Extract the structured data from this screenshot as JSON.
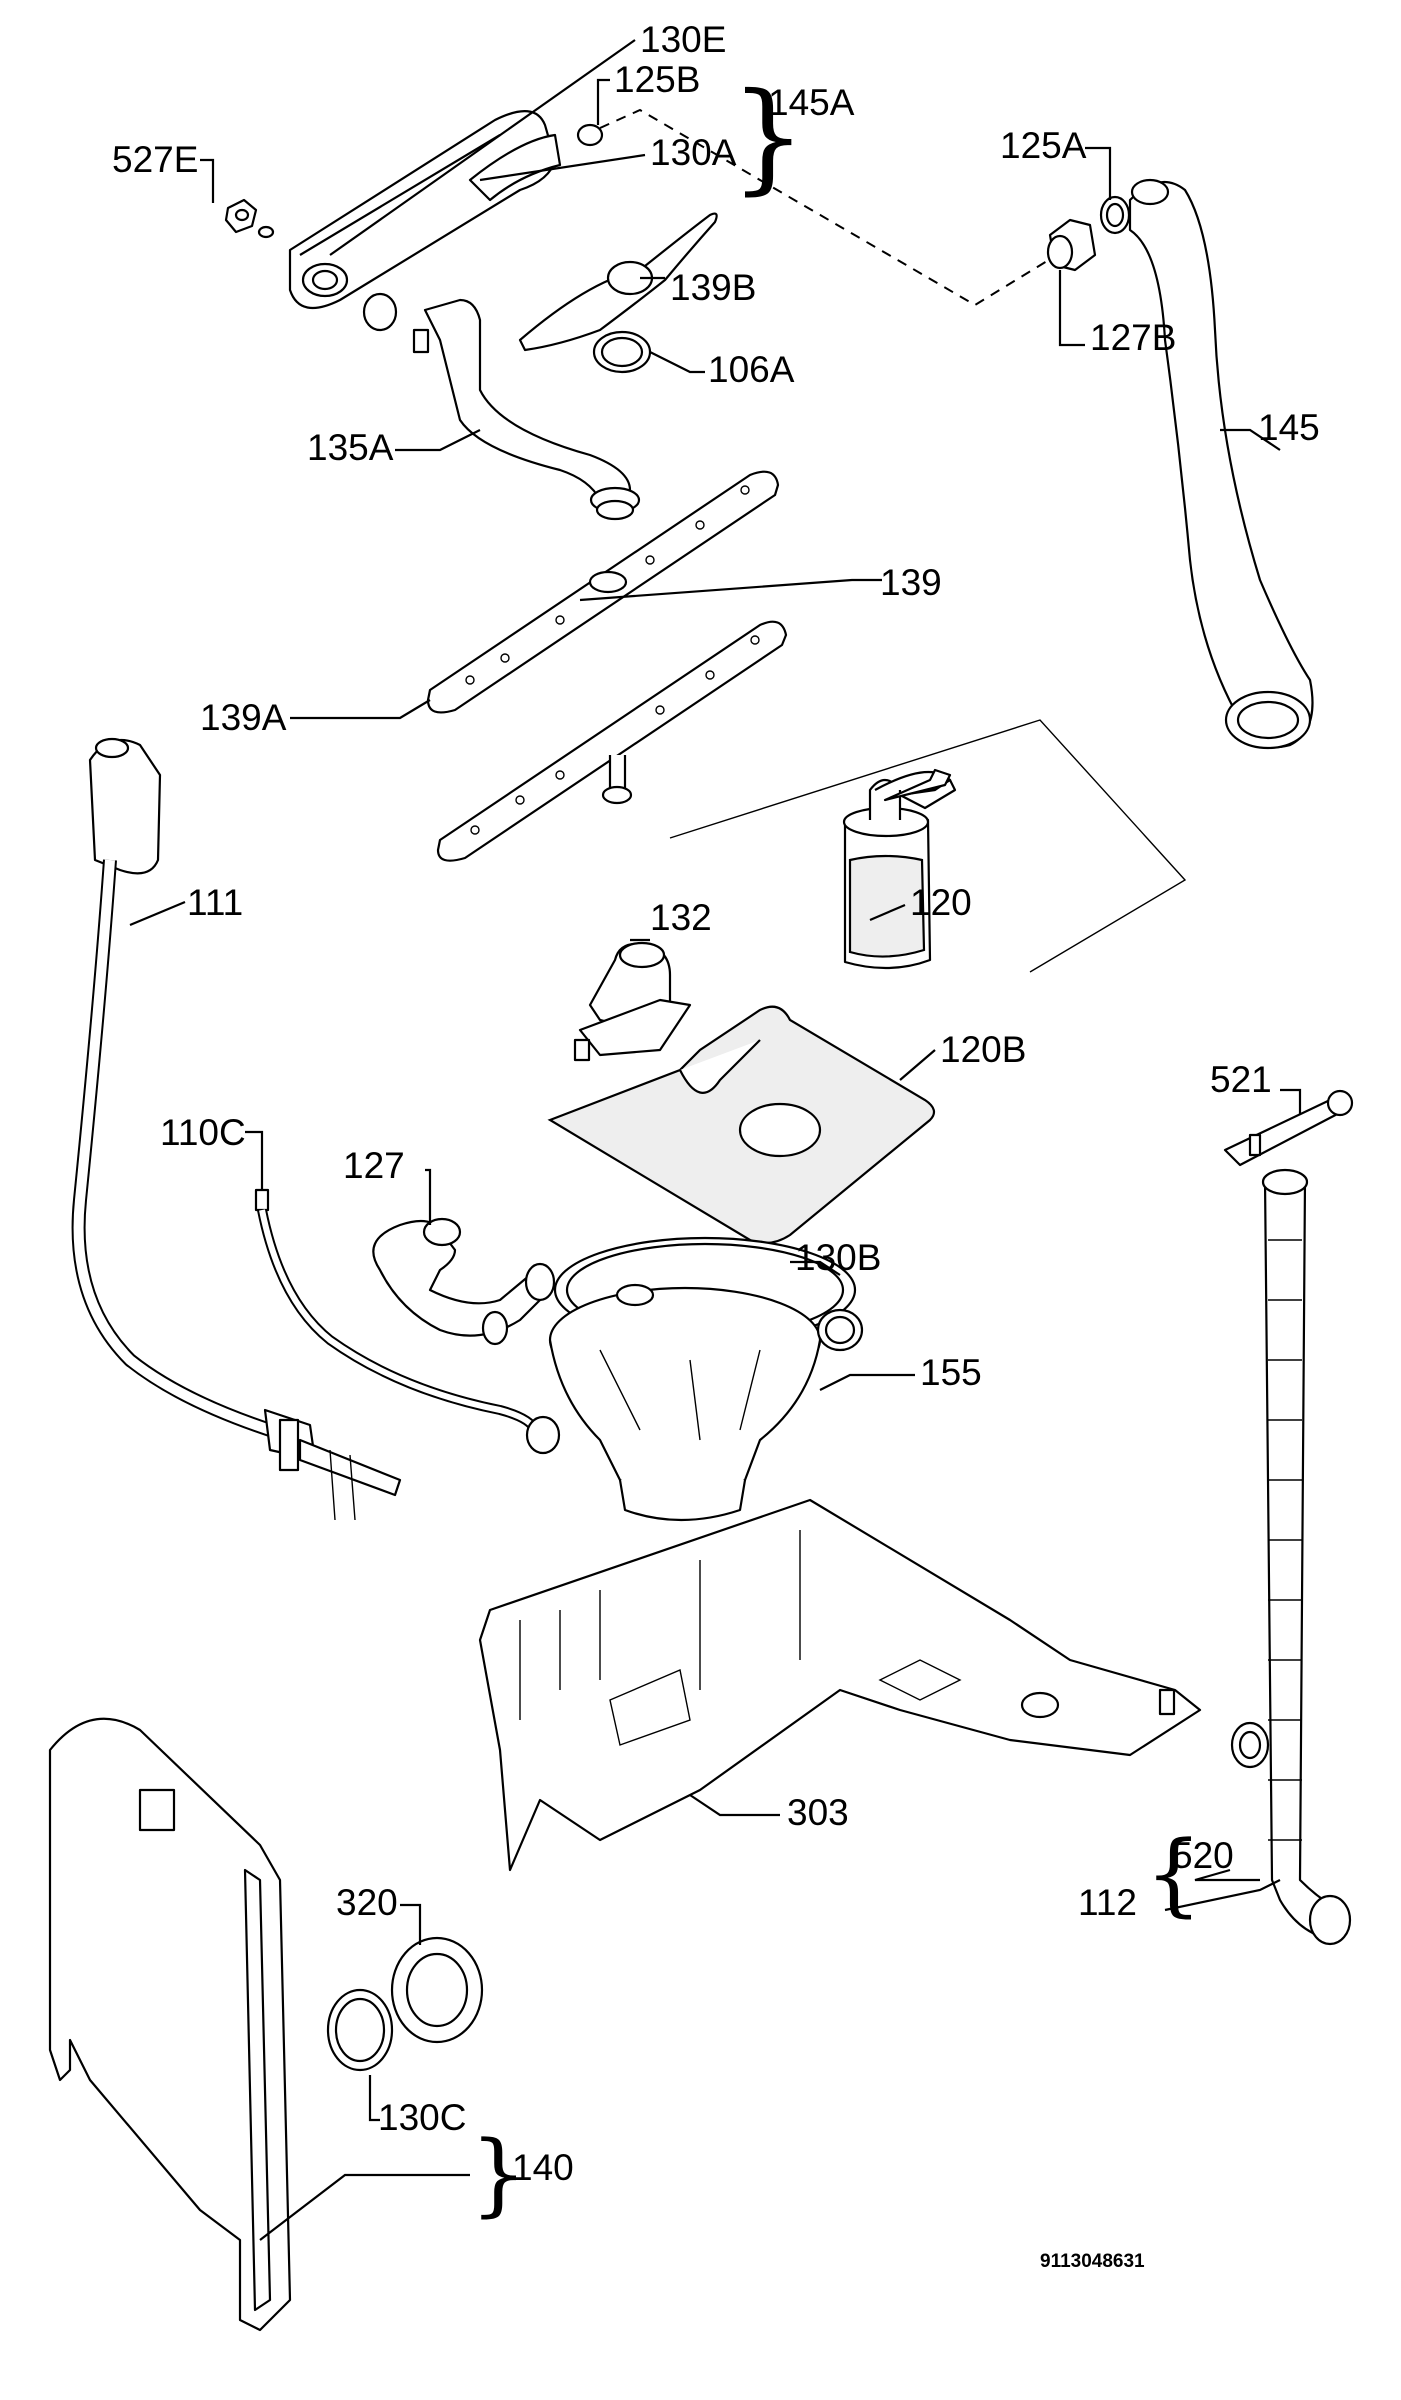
{
  "labels": {
    "l130E": "130E",
    "l125B": "125B",
    "l145A": "145A",
    "l527E": "527E",
    "l130A": "130A",
    "l125A": "125A",
    "l139B": "139B",
    "l127B": "127B",
    "l106A": "106A",
    "l145": "145",
    "l135A": "135A",
    "l139": "139",
    "l139A": "139A",
    "l111": "111",
    "l120": "120",
    "l132": "132",
    "l120B": "120B",
    "l521": "521",
    "l110C": "110C",
    "l127": "127",
    "l130B": "130B",
    "l155": "155",
    "l303": "303",
    "l520": "520",
    "l112": "112",
    "l320": "320",
    "l130C": "130C",
    "l140": "140"
  },
  "reference_number": "9113048631"
}
